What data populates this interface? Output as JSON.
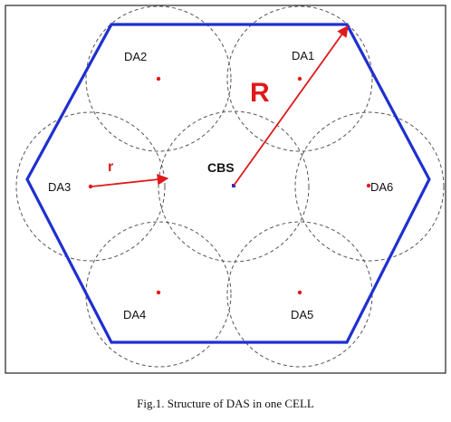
{
  "caption": "Fig.1. Structure of DAS in one CELL",
  "nodes": {
    "cbs": "CBS",
    "da1": "DA1",
    "da2": "DA2",
    "da3": "DA3",
    "da4": "DA4",
    "da5": "DA5",
    "da6": "DA6"
  },
  "labels": {
    "big_radius": "R",
    "small_radius": "r"
  },
  "colors": {
    "hexagon": "#1f2fd0",
    "arrow": "#e01a1a",
    "circle": "#555555",
    "frame": "#222222"
  }
}
